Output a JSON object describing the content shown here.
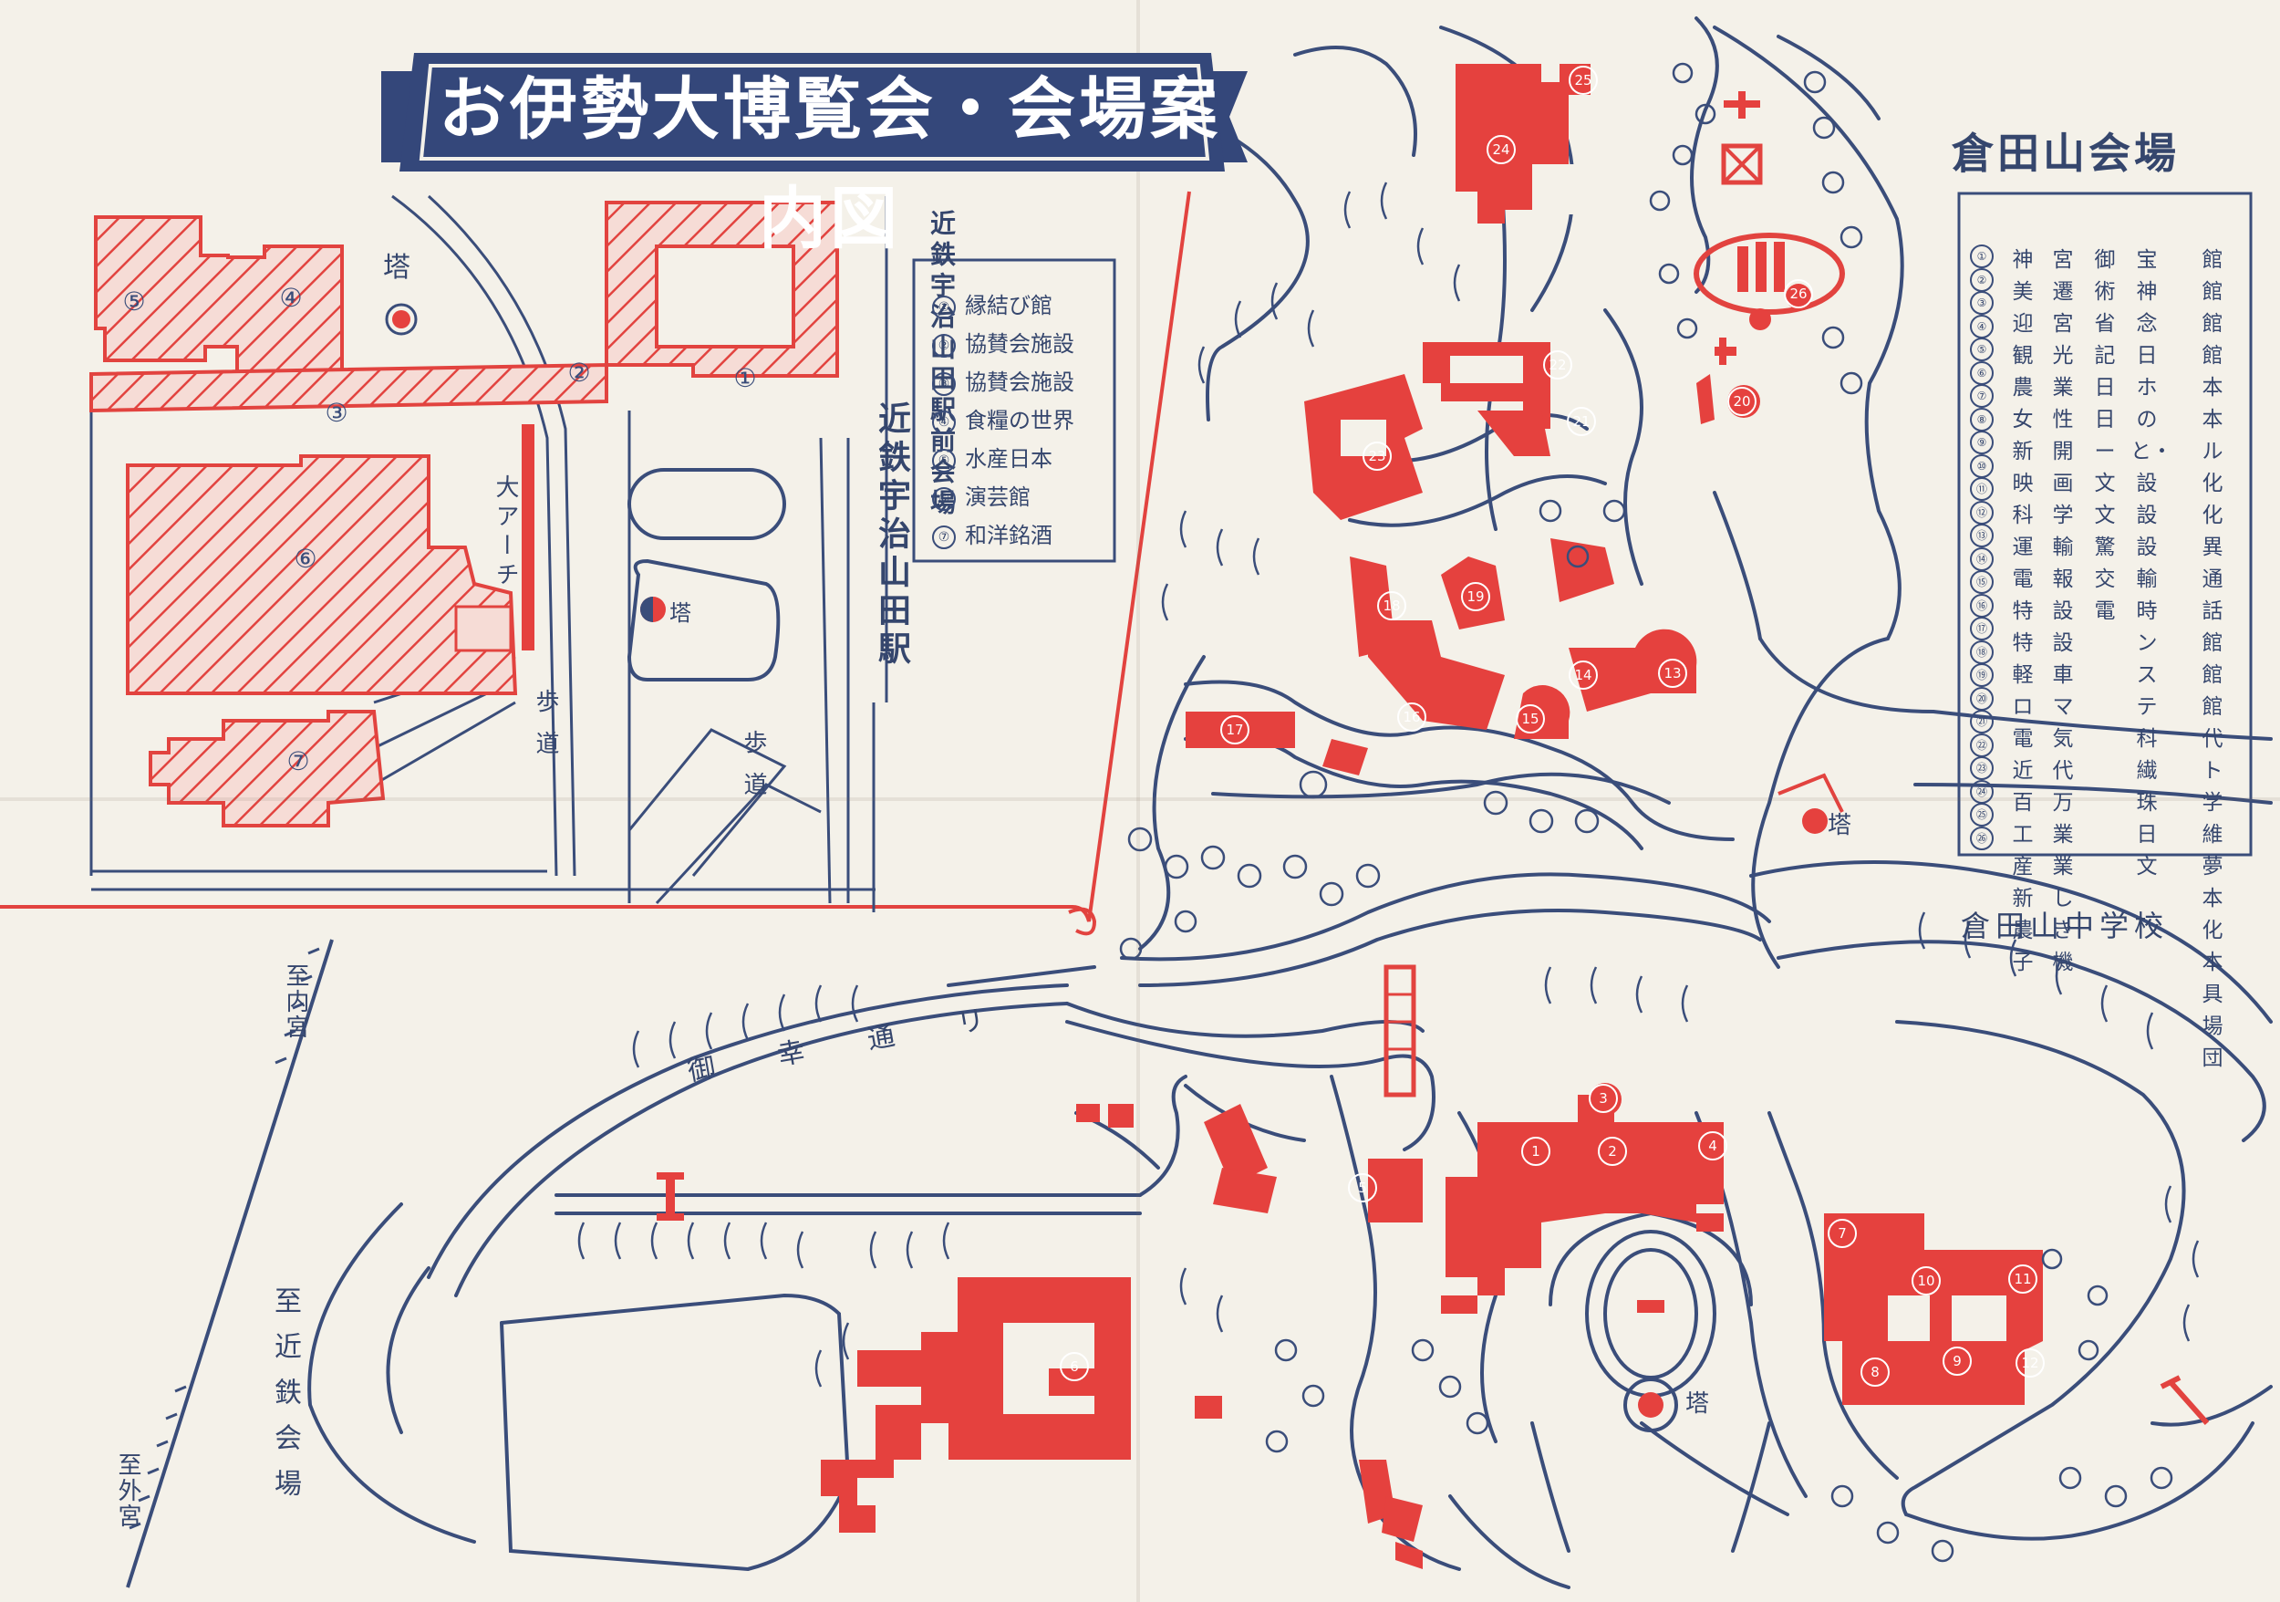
{
  "title": "お伊勢大博覧会・会場案内図",
  "colors": {
    "navy": "#3a4d7a",
    "red": "#e5413e",
    "paper": "#f4f1e9"
  },
  "station_area": {
    "heading": "近鉄宇治山田駅前会場",
    "station_name": "近鉄宇治山田駅",
    "tower_label": "塔",
    "arch_label": "大アーチ",
    "walkway_label": "歩道",
    "walkway_label_2": "歩道",
    "tower_label_2": "塔",
    "legend": [
      {
        "num": "①",
        "name": "縁結び館"
      },
      {
        "num": "②",
        "name": "協賛会施設"
      },
      {
        "num": "③",
        "name": "協賛会施設"
      },
      {
        "num": "④",
        "name": "食糧の世界"
      },
      {
        "num": "⑤",
        "name": "水産日本"
      },
      {
        "num": "⑥",
        "name": "演芸館"
      },
      {
        "num": "⑦",
        "name": "和洋銘酒"
      }
    ],
    "building_numbers": [
      "①",
      "②",
      "③",
      "④",
      "⑤",
      "⑥",
      "⑦"
    ]
  },
  "kurata_area": {
    "heading": "倉田山会場",
    "school_label": "倉田山中学校",
    "miyuki_label": "御幸通リ",
    "tower_labels": [
      "塔",
      "塔"
    ],
    "legend_numbers": [
      "①",
      "②",
      "③",
      "④",
      "⑤",
      "⑥",
      "⑦",
      "⑧",
      "⑨",
      "⑩",
      "⑪",
      "⑫",
      "⑬",
      "⑭",
      "⑮",
      "⑯",
      "⑰",
      "⑱",
      "⑲",
      "⑳",
      "㉑",
      "㉒",
      "㉓",
      "㉔",
      "㉕",
      "㉖"
    ],
    "legend_columns": [
      "神美迎観農女新映科運電特特軽ロ電近百工産新農子",
      "宮遷宮光業性開画学輸報設設車マ気代万業業しき機",
      "御術省記日日ー文文驚交電",
      "宝神念日ホのと・設設設輸時ンステ科繊珠日文",
      "館館館館本本ル化化異通話館館館代ト学維夢本化本具場団"
    ],
    "building_numbers": [
      "1",
      "2",
      "3",
      "4",
      "5",
      "6",
      "7",
      "8",
      "9",
      "10",
      "11",
      "12",
      "13",
      "14",
      "15",
      "16",
      "17",
      "18",
      "19",
      "20",
      "21",
      "22",
      "23",
      "24",
      "25",
      "26"
    ]
  },
  "outside_labels": {
    "to_naiku": "至内宮",
    "to_gekuu": "至外宮",
    "to_kintetsu": "至近鉄会場"
  }
}
